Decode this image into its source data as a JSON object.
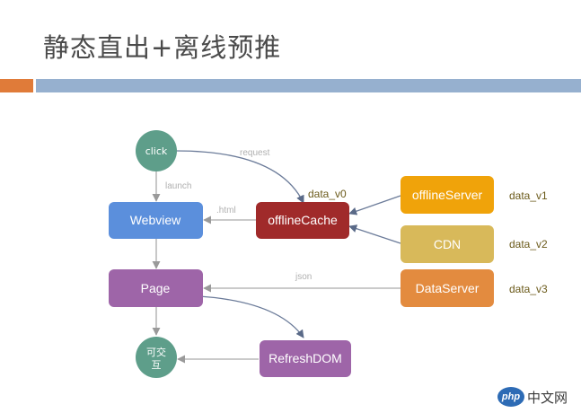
{
  "slide": {
    "title": "静态直出+离线预推",
    "colors": {
      "title": "#4a4a4a",
      "accent_bar": "#e07b39",
      "header_bar": "#96b0cf"
    }
  },
  "diagram": {
    "nodes": {
      "click": {
        "label": "click",
        "shape": "circle",
        "color": "#5e9e8a"
      },
      "webview": {
        "label": "Webview",
        "shape": "rounded-rect",
        "color": "#5b8fdc"
      },
      "offline_cache": {
        "label": "offlineCache",
        "shape": "rounded-rect",
        "color": "#a02a2a"
      },
      "offline_server": {
        "label": "offlineServer",
        "shape": "rounded-rect",
        "color": "#f0a30a"
      },
      "cdn": {
        "label": "CDN",
        "shape": "rounded-rect",
        "color": "#d8b95a"
      },
      "data_server": {
        "label": "DataServer",
        "shape": "rounded-rect",
        "color": "#e38b3f"
      },
      "page": {
        "label": "Page",
        "shape": "rounded-rect",
        "color": "#9e65a8"
      },
      "refresh_dom": {
        "label": "RefreshDOM",
        "shape": "rounded-rect",
        "color": "#9e65a8"
      },
      "interactive": {
        "label_line1": "可交",
        "label_line2": "互",
        "shape": "circle",
        "color": "#5e9e8a"
      }
    },
    "edge_labels": {
      "request": "request",
      "launch": "launch",
      "html": ".html",
      "json": "json"
    },
    "data_labels": {
      "cache": "data_v0",
      "offline_server": "data_v1",
      "cdn": "data_v2",
      "data_server": "data_v3"
    }
  },
  "watermark": {
    "logo": "php",
    "text": "中文网"
  }
}
